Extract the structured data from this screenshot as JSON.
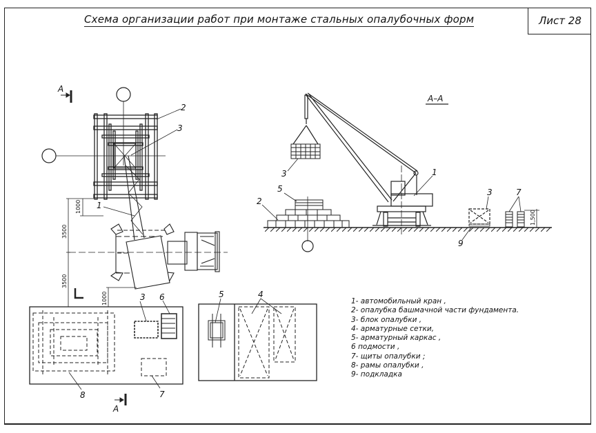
{
  "sheet": {
    "title": "Схема организации работ при монтаже стальных опалубочных форм",
    "sheet_label": "Лист 28"
  },
  "section": {
    "marker_letter": "А",
    "title": "А–А"
  },
  "dimensions": {
    "top_offset": "1000",
    "upper_span": "3500",
    "lower_span": "3500",
    "bottom_offset": "1000",
    "stack_height": "1,500"
  },
  "callouts": {
    "crane": "1",
    "foundation_formwork": "2",
    "formwork_block": "3",
    "rebar_meshes": "4",
    "rebar_cage": "5",
    "scaffold": "6",
    "formwork_panels": "7",
    "formwork_frames": "8",
    "support_pad": "9"
  },
  "legend": [
    "1- автомобильный кран ,",
    "2- опалубка башмачной части фундамента.",
    "3- блок опалубки ,",
    "4- арматурные сетки,",
    "5- арматурный каркас ,",
    "6  подмости ,",
    "7- щиты опалубки ;",
    "8- рамы опалубки ,",
    "9- подкладка"
  ],
  "colors": {
    "ink": "#111111",
    "paper": "#ffffff"
  }
}
